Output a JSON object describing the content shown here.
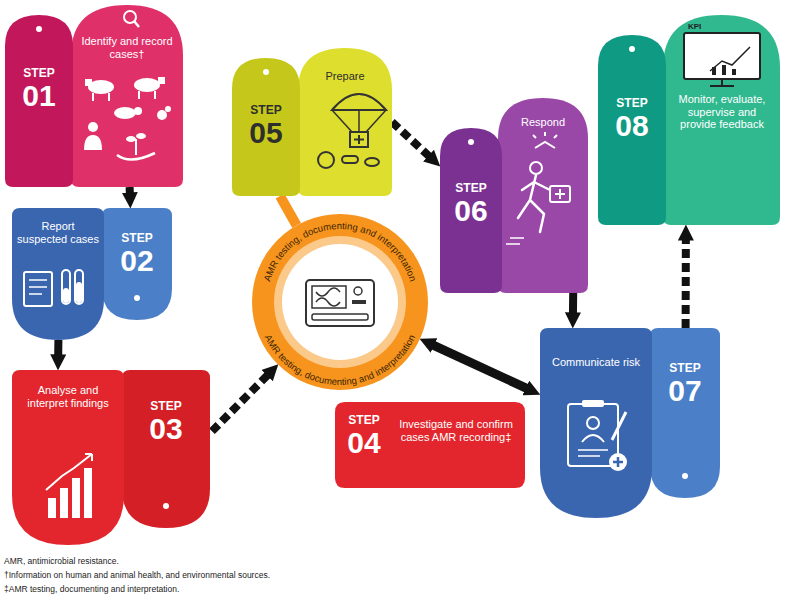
{
  "diagram": {
    "nodes": [
      {
        "text": [
          "Identify and record cases†",
          "STEP",
          "01"
        ]
      },
      {
        "text": [
          "Report suspected cases",
          "STEP",
          "02"
        ]
      },
      {
        "text": [
          "Analyse and interpret findings",
          "STEP",
          "03"
        ]
      },
      {
        "text": [
          "AMR testing, documenting and interpretation",
          "AMR testing, documenting and interpretation"
        ]
      },
      {
        "text": [
          "Investigate and confirm cases AMR recording‡",
          "STEP",
          "04"
        ]
      },
      {
        "text": [
          "Prepare",
          "STEP",
          "05"
        ]
      },
      {
        "text": [
          "Respond",
          "STEP",
          "06"
        ]
      },
      {
        "text": [
          "Communicate risk",
          "STEP",
          "07"
        ]
      },
      {
        "text": [
          "Monitor, evaluate, supervise and provide feedback",
          "STEP",
          "08"
        ]
      }
    ],
    "edges": [
      {
        "from": 0,
        "to": 1,
        "arrow": "to"
      },
      {
        "from": 1,
        "to": 2,
        "arrow": "to"
      },
      {
        "from": 2,
        "to": 3,
        "arrow": "to"
      },
      {
        "from": 3,
        "to": 5,
        "arrow": "none"
      },
      {
        "from": 5,
        "to": 6,
        "arrow": "to"
      },
      {
        "from": 6,
        "to": 7,
        "arrow": "to"
      },
      {
        "from": 3,
        "to": 7,
        "arrow": "both"
      },
      {
        "from": 7,
        "to": 8,
        "arrow": "to"
      }
    ],
    "labels": [
      "AMR, antimicrobial resistance.",
      "†Information on human and animal health, and environmental sources.",
      "‡AMR testing, documenting and interpretation.",
      "KPI"
    ]
  }
}
